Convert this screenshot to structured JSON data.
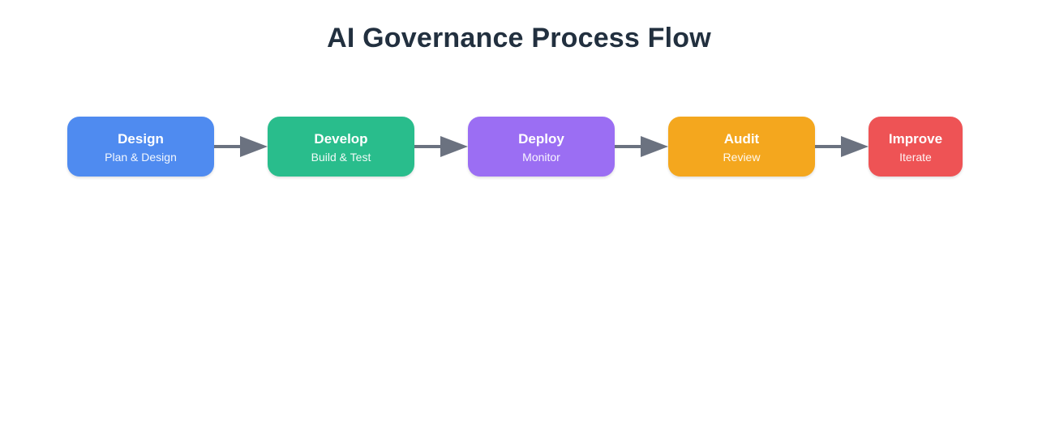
{
  "title": {
    "text": "AI Governance Process Flow",
    "color": "#22303f"
  },
  "flow": {
    "arrow_color": "#6b7280",
    "nodes": [
      {
        "id": "design",
        "label": "Design",
        "sublabel": "Plan & Design",
        "color": "#4f8bf0"
      },
      {
        "id": "develop",
        "label": "Develop",
        "sublabel": "Build & Test",
        "color": "#29bd8c"
      },
      {
        "id": "deploy",
        "label": "Deploy",
        "sublabel": "Monitor",
        "color": "#9b6ef3"
      },
      {
        "id": "audit",
        "label": "Audit",
        "sublabel": "Review",
        "color": "#f4a71e"
      },
      {
        "id": "improve",
        "label": "Improve",
        "sublabel": "Iterate",
        "color": "#ee5355"
      }
    ]
  }
}
